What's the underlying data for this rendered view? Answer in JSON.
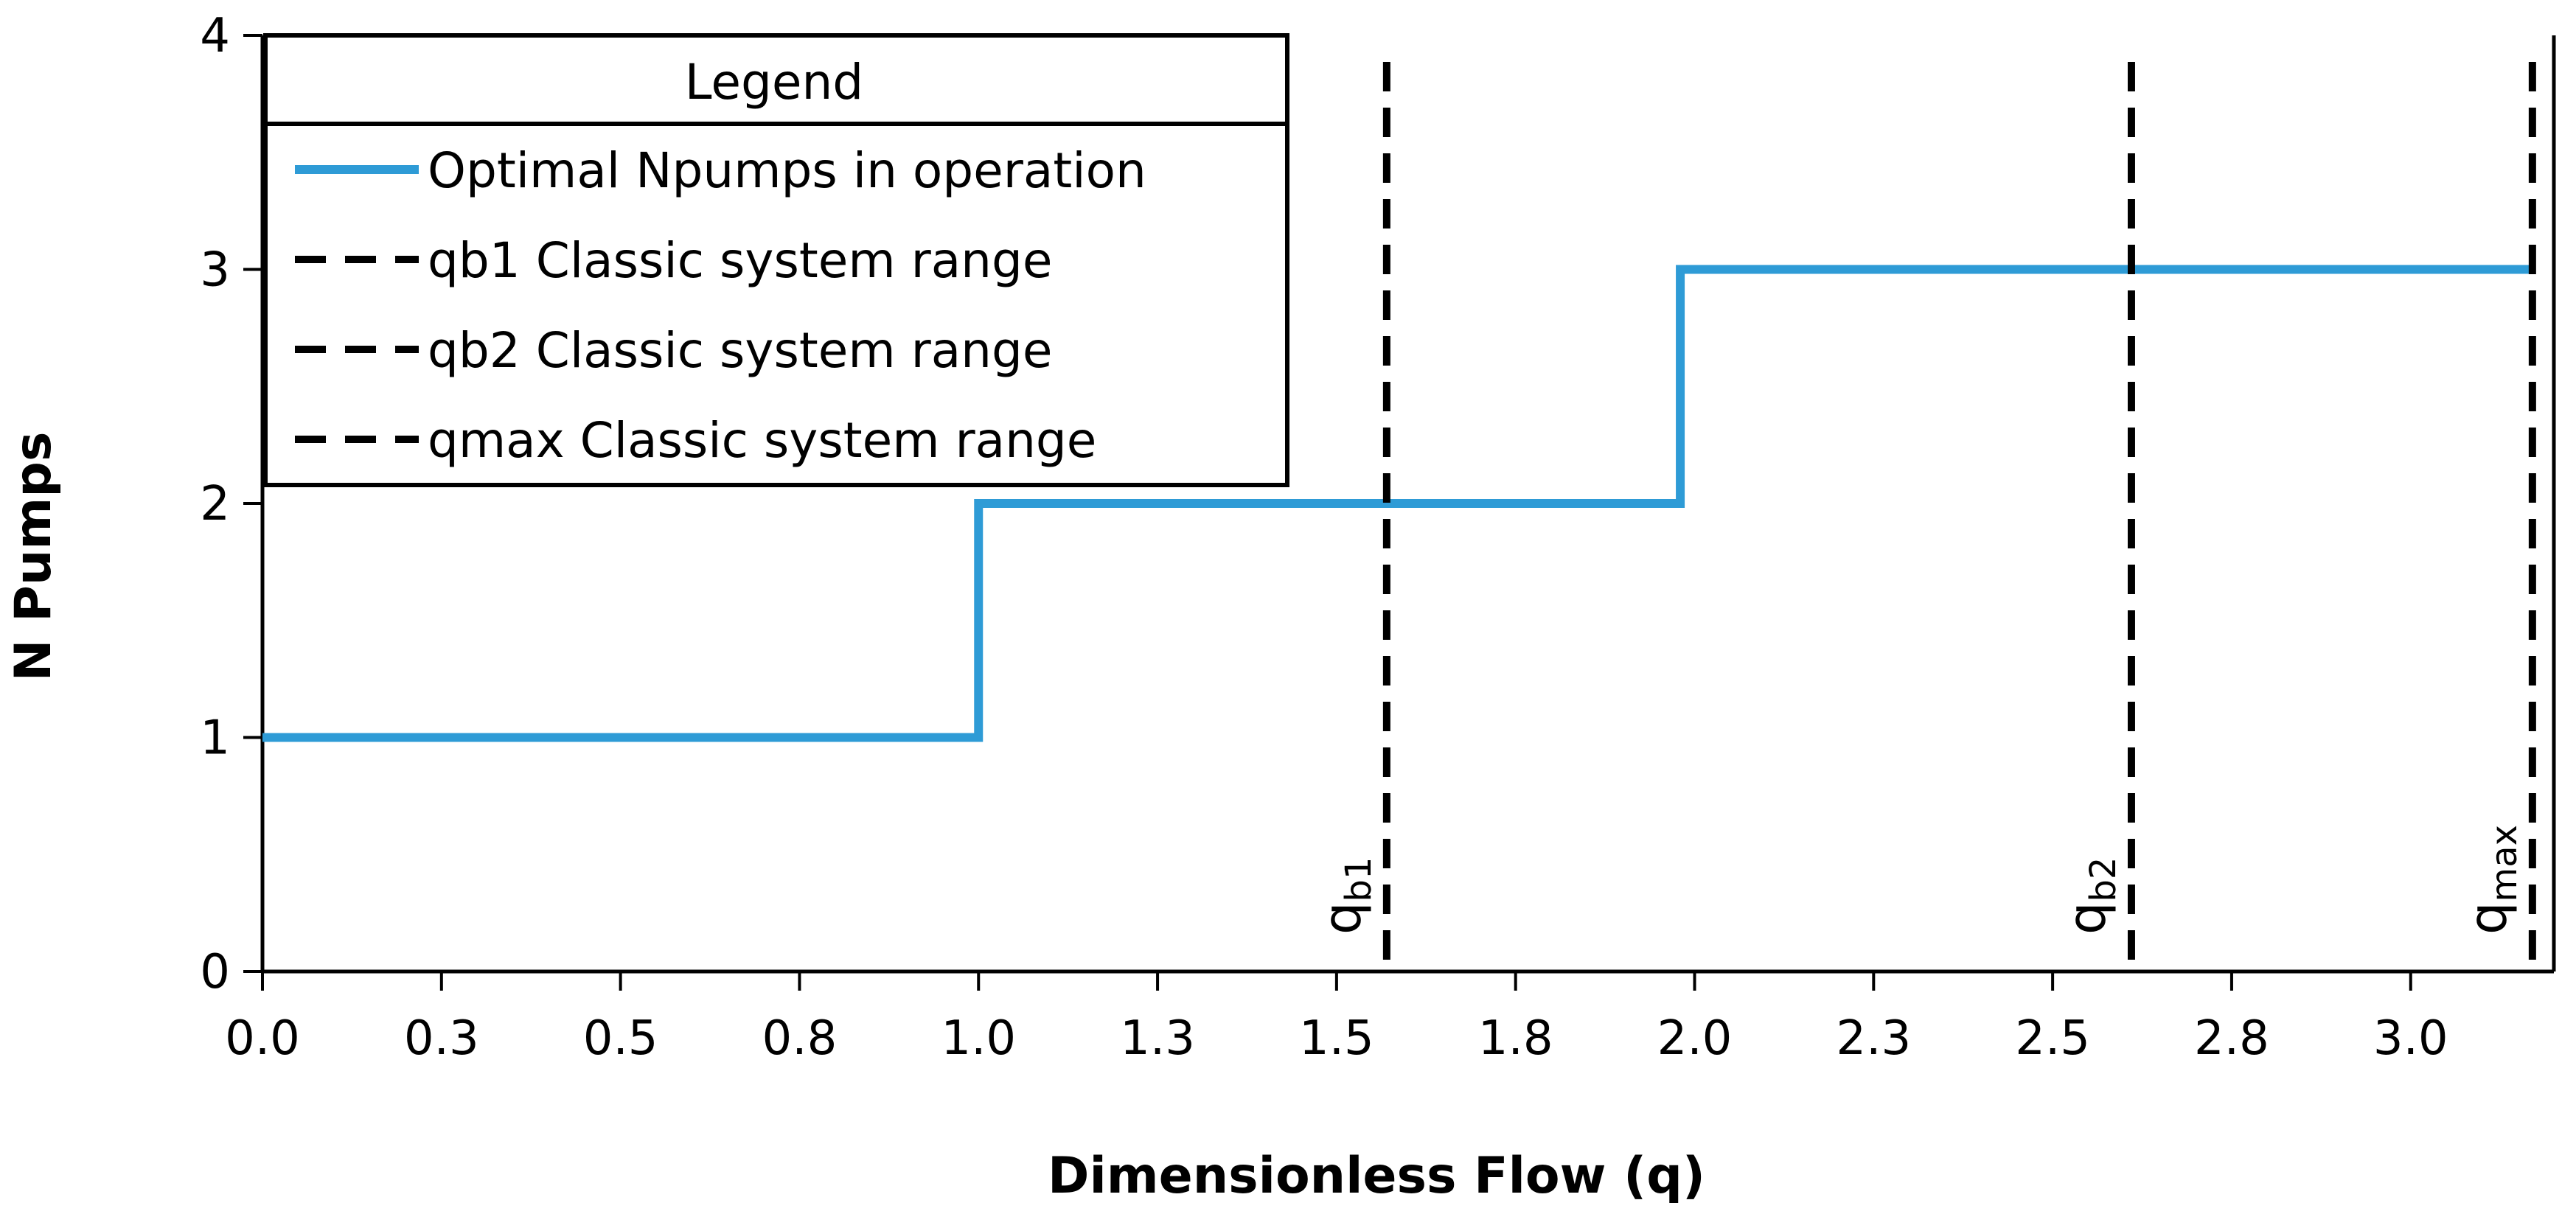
{
  "chart_data": {
    "type": "line",
    "xlabel": "Dimensionless Flow (q)",
    "ylabel": "N Pumps",
    "xlim": [
      0.0,
      3.2
    ],
    "ylim": [
      0,
      4
    ],
    "x_tick_labels": [
      "0.0",
      "0.3",
      "0.5",
      "0.8",
      "1.0",
      "1.3",
      "1.5",
      "1.8",
      "2.0",
      "2.3",
      "2.5",
      "2.8",
      "3.0"
    ],
    "x_tick_step": 0.25,
    "y_ticks": [
      0,
      1,
      2,
      3,
      4
    ],
    "grid": false,
    "legend_title": "Legend",
    "legend_position": "top-left",
    "series": [
      {
        "name": "Optimal Npumps in operation",
        "style": "solid-step",
        "color": "#2e9bd6",
        "x": [
          0.0,
          1.0,
          1.0,
          1.98,
          1.98,
          3.17
        ],
        "y": [
          1,
          1,
          2,
          2,
          3,
          3
        ]
      },
      {
        "name": "qb1 Classic system range",
        "style": "dashed-vertical",
        "color": "#000000",
        "x": 1.57,
        "label_main": "q",
        "label_sub": "b1"
      },
      {
        "name": "qb2 Classic system range",
        "style": "dashed-vertical",
        "color": "#000000",
        "x": 2.61,
        "label_main": "q",
        "label_sub": "b2"
      },
      {
        "name": "qmax Classic system range",
        "style": "dashed-vertical",
        "color": "#000000",
        "x": 3.17,
        "label_main": "q",
        "label_sub": "max"
      }
    ]
  }
}
